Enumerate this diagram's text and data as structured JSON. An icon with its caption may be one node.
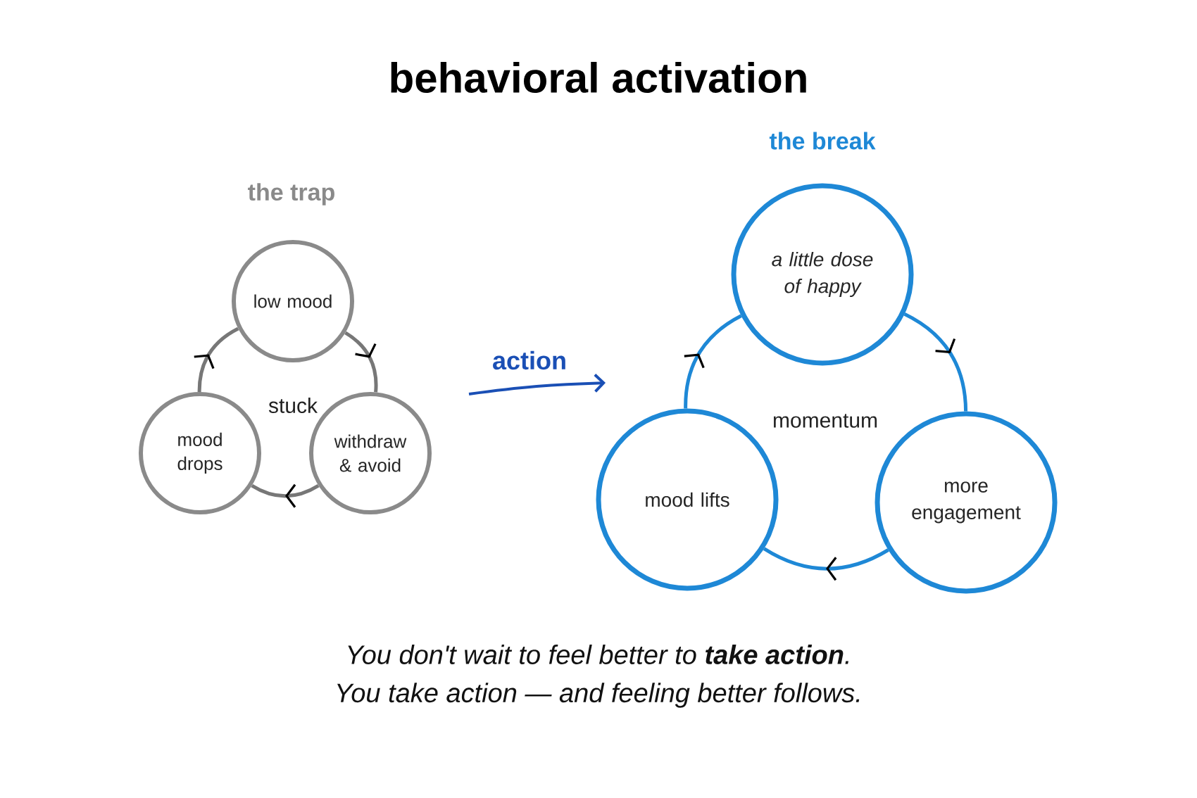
{
  "diagram": {
    "title": "behavioral activation",
    "nodes": [
      {
        "text": [
          "low mood"
        ]
      },
      {
        "text": [
          "withdraw & avoid"
        ]
      },
      {
        "text": [
          "mood drops"
        ]
      },
      {
        "text": [
          "a little dose of happy"
        ]
      },
      {
        "text": [
          "more engagement"
        ]
      },
      {
        "text": [
          "mood lifts"
        ]
      }
    ],
    "edges": [
      {
        "from": 0,
        "to": 1,
        "arrow": "to",
        "color": "#777777"
      },
      {
        "from": 1,
        "to": 2,
        "arrow": "to",
        "color": "#777777"
      },
      {
        "from": 2,
        "to": 0,
        "arrow": "to",
        "color": "#777777"
      },
      {
        "from": 3,
        "to": 4,
        "arrow": "to",
        "color": "#1e88d6"
      },
      {
        "from": 4,
        "to": 5,
        "arrow": "to",
        "color": "#1e88d6"
      },
      {
        "from": 5,
        "to": 3,
        "arrow": "to",
        "color": "#1e88d6"
      }
    ],
    "labels": [
      "the trap",
      "stuck",
      "the break",
      "momentum",
      "action",
      "You don't wait to feel better to **take action**.",
      "You take action — and feeling better follows."
    ]
  }
}
